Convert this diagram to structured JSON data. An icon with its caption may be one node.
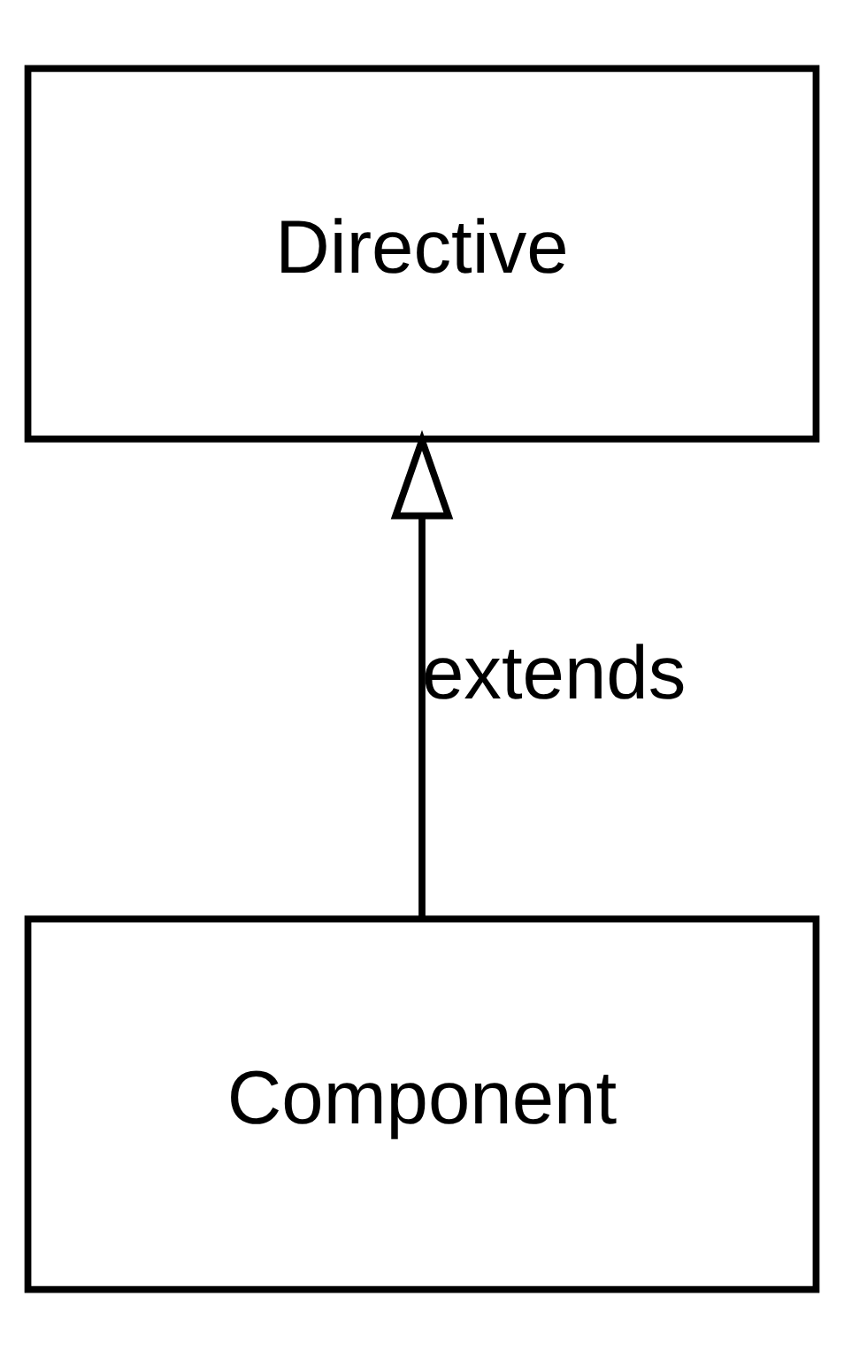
{
  "diagram": {
    "nodes": [
      {
        "text": [
          "Directive"
        ]
      },
      {
        "text": [
          "Component"
        ]
      }
    ],
    "edges": [
      {
        "from": 1,
        "to": 0,
        "arrow": "to",
        "label": "extends"
      }
    ]
  }
}
